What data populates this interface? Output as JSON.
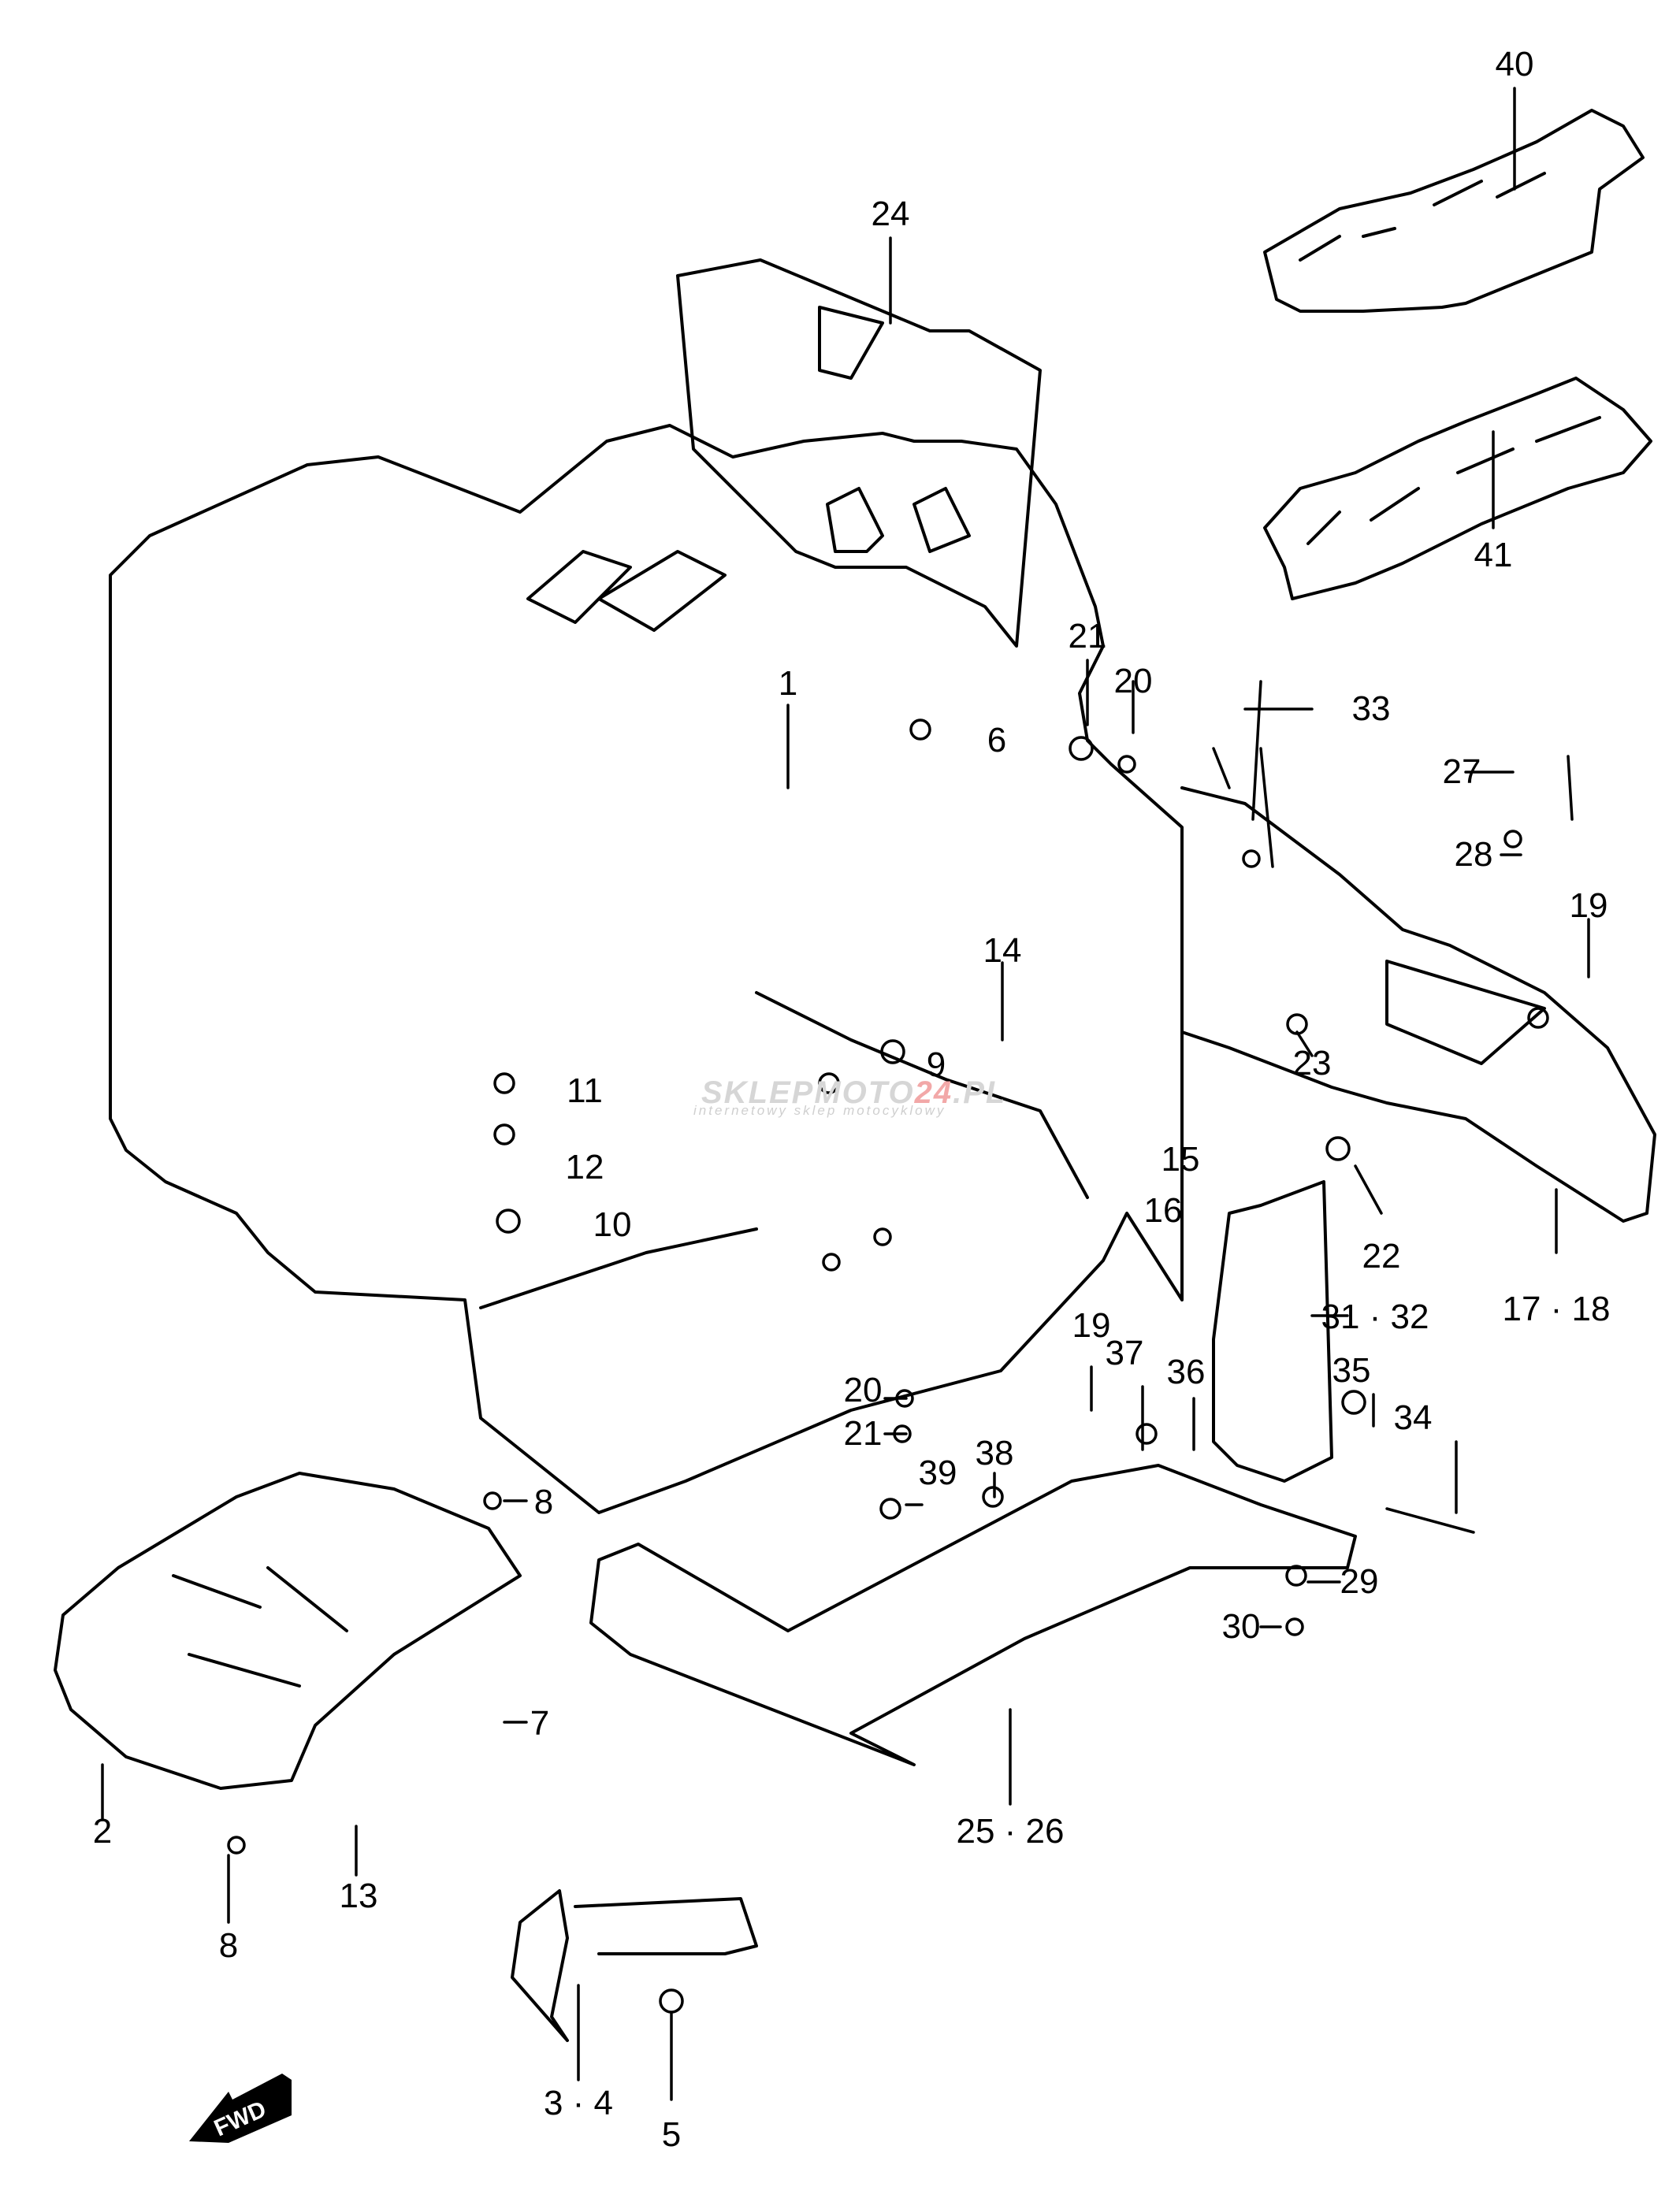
{
  "diagram": {
    "type": "exploded-parts-diagram",
    "subject": "ATV front fender assembly",
    "labels": [
      {
        "id": "40",
        "text": "40"
      },
      {
        "id": "41",
        "text": "41"
      },
      {
        "id": "24",
        "text": "24"
      },
      {
        "id": "1",
        "text": "1"
      },
      {
        "id": "6",
        "text": "6"
      },
      {
        "id": "21a",
        "text": "21"
      },
      {
        "id": "20a",
        "text": "20"
      },
      {
        "id": "33",
        "text": "33"
      },
      {
        "id": "27",
        "text": "27"
      },
      {
        "id": "28",
        "text": "28"
      },
      {
        "id": "19a",
        "text": "19"
      },
      {
        "id": "14",
        "text": "14"
      },
      {
        "id": "9",
        "text": "9"
      },
      {
        "id": "11",
        "text": "11"
      },
      {
        "id": "12",
        "text": "12"
      },
      {
        "id": "10",
        "text": "10"
      },
      {
        "id": "15",
        "text": "15"
      },
      {
        "id": "16",
        "text": "16"
      },
      {
        "id": "23",
        "text": "23"
      },
      {
        "id": "22",
        "text": "22"
      },
      {
        "id": "17-18",
        "text": "17 · 18"
      },
      {
        "id": "31-32",
        "text": "31 · 32"
      },
      {
        "id": "19b",
        "text": "19"
      },
      {
        "id": "37",
        "text": "37"
      },
      {
        "id": "36",
        "text": "36"
      },
      {
        "id": "35",
        "text": "35"
      },
      {
        "id": "34",
        "text": "34"
      },
      {
        "id": "20b",
        "text": "20"
      },
      {
        "id": "21b",
        "text": "21"
      },
      {
        "id": "38",
        "text": "38"
      },
      {
        "id": "39",
        "text": "39"
      },
      {
        "id": "8a",
        "text": "8"
      },
      {
        "id": "7",
        "text": "7"
      },
      {
        "id": "2",
        "text": "2"
      },
      {
        "id": "8b",
        "text": "8"
      },
      {
        "id": "13",
        "text": "13"
      },
      {
        "id": "29",
        "text": "29"
      },
      {
        "id": "30",
        "text": "30"
      },
      {
        "id": "25-26",
        "text": "25 · 26"
      },
      {
        "id": "3-4",
        "text": "3 · 4"
      },
      {
        "id": "5",
        "text": "5"
      }
    ],
    "fwd_label": "FWD",
    "watermark": {
      "brand_gray": "SKLEPMOTO",
      "brand_red": "24",
      "brand_tail": ".PL",
      "tagline": "internetowy sklep motocyklowy"
    }
  }
}
